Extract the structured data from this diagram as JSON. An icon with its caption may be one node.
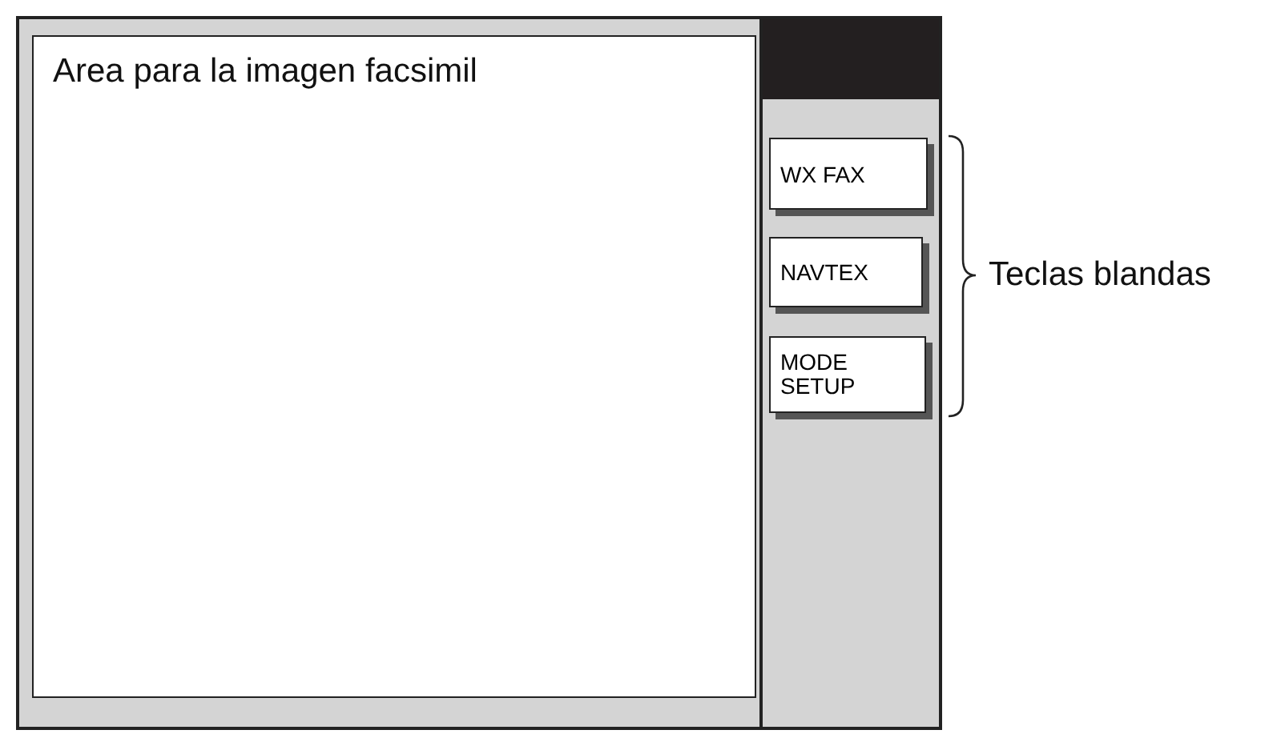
{
  "diagram": {
    "nodes": [
      {
        "text": [],
        "shape": "box"
      },
      {
        "text": [
          "Area para la imagen facsimil"
        ],
        "in": 0
      },
      {
        "text": [],
        "shape": "box",
        "in": 0
      },
      {
        "text": [],
        "shape": "box",
        "in": 2
      },
      {
        "text": [
          "WX FAX"
        ],
        "in": 2
      },
      {
        "text": [
          "NAVTEX"
        ],
        "in": 2
      },
      {
        "text": [
          "MODE SETUP"
        ],
        "in": 2
      }
    ],
    "labels": [
      "Teclas blandas"
    ]
  }
}
